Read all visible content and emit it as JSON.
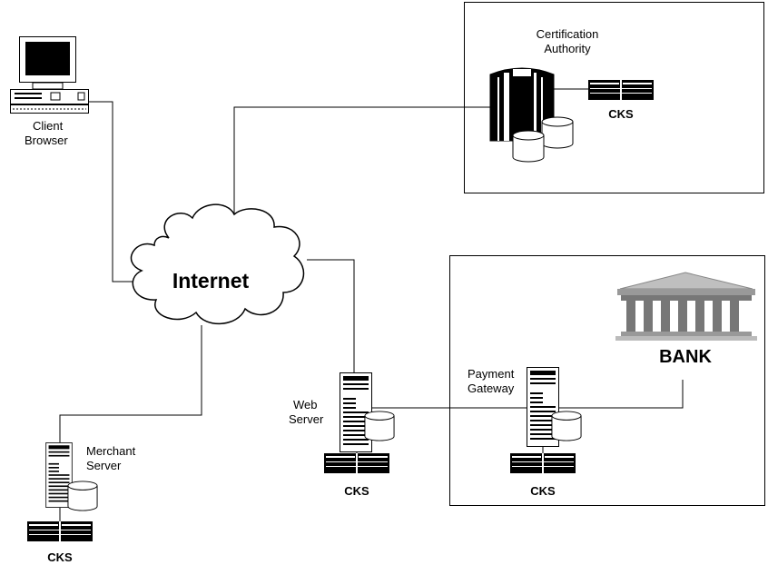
{
  "client": {
    "label_line1": "Client",
    "label_line2": "Browser",
    "icon": "desktop-computer-icon"
  },
  "cloud": {
    "label": "Internet",
    "icon": "cloud-icon"
  },
  "certification_authority": {
    "label_line1": "Certification",
    "label_line2": "Authority",
    "cks_label": "CKS"
  },
  "bank": {
    "label": "BANK",
    "icon": "bank-building-icon"
  },
  "payment_gateway": {
    "label_line1": "Payment",
    "label_line2": "Gateway",
    "cks_label": "CKS"
  },
  "web_server": {
    "label_line1": "Web",
    "label_line2": "Server",
    "cks_label": "CKS"
  },
  "merchant_server": {
    "label_line1": "Merchant",
    "label_line2": "Server",
    "cks_label": "CKS"
  }
}
